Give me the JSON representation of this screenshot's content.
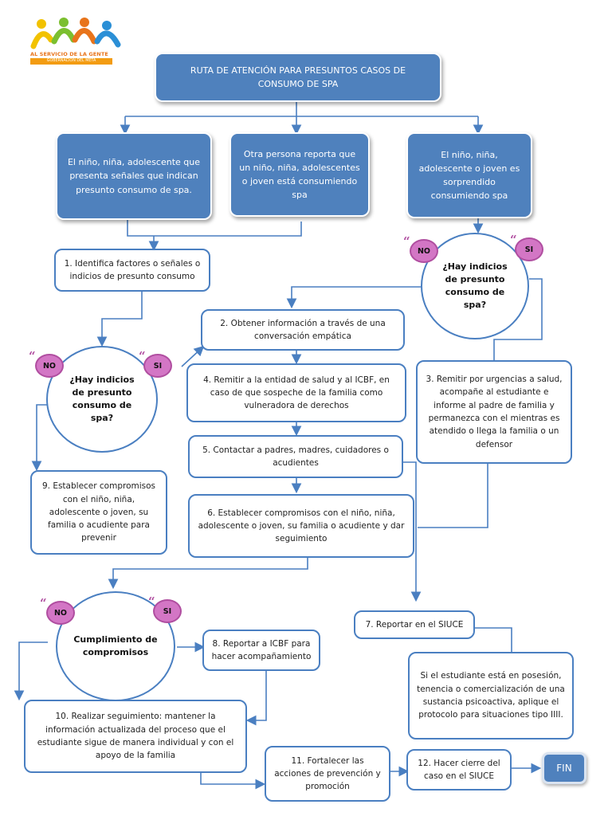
{
  "logo": {
    "line1": "AL SERVICIO DE LA GENTE",
    "line2": "GOBERNACIÓN DEL META"
  },
  "title": "RUTA DE ATENCIÓN PARA PRESUNTOS CASOS DE CONSUMO DE SPA",
  "entries": {
    "left": "El niño, niña, adolescente que presenta señales que indican presunto consumo de spa.",
    "middle": "Otra persona reporta que un niño, niña, adolescentes o joven está consumiendo spa",
    "right": "El niño, niña, adolescente o joven es sorprendido consumiendo spa"
  },
  "steps": {
    "s1": "1. Identifica factores o señales  o indicios de presunto consumo",
    "s2": "2. Obtener información a través de una conversación empática",
    "s3": "3. Remitir por urgencias a salud, acompañe al estudiante e informe al padre de familia y permanezca con el mientras es atendido o llega la familia o un defensor",
    "s4": "4. Remitir a la entidad de salud y al ICBF, en caso de que sospeche de la familia como vulneradora de derechos",
    "s5": "5. Contactar a padres, madres, cuidadores o acudientes",
    "s6": "6. Establecer compromisos  con el niño, niña, adolescente o joven, su familia o acudiente y dar seguimiento",
    "s7": "7. Reportar en el SIUCE",
    "s7note": "Si el estudiante está en posesión, tenencia o comercialización de una sustancia psicoactiva, aplique el protocolo para situaciones tipo IIII.",
    "s8": "8. Reportar a ICBF para hacer acompañamiento",
    "s9": "9. Establecer compromisos con el niño, niña, adolescente o joven, su familia o acudiente para prevenir",
    "s10": "10. Realizar seguimiento: mantener la información actualizada del proceso que el estudiante sigue de manera individual y con el apoyo de la familia",
    "s11": "11. Fortalecer las acciones de prevención y promoción",
    "s12": "12. Hacer cierre del caso en el SIUCE",
    "fin": "FIN"
  },
  "decisions": {
    "left": "¿Hay indicios de presunto consumo de spa?",
    "right": "¿Hay indicios de presunto consumo de spa?",
    "bottom": "Cumplimiento de compromisos"
  },
  "labels": {
    "no": "NO",
    "si": "SI",
    "quote": "“"
  },
  "colors": {
    "box_blue": "#4f81bd",
    "border": "#4a7fc1",
    "bubble": "#d376c5"
  }
}
